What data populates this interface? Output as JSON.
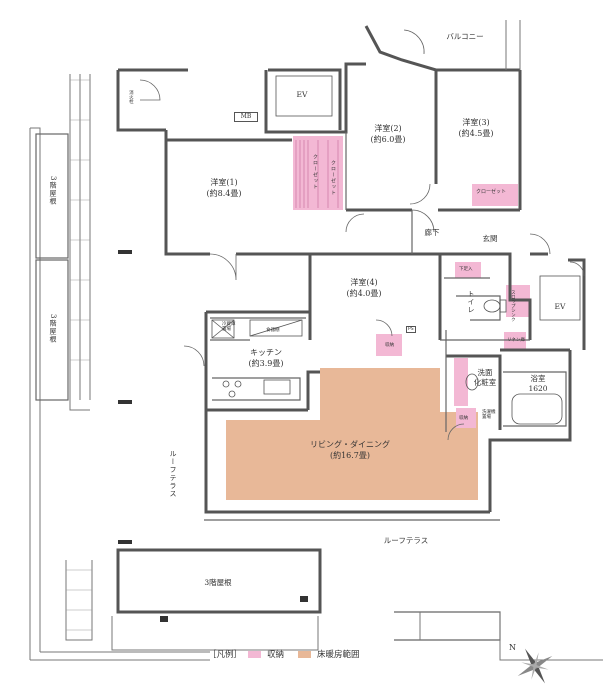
{
  "rooms": {
    "bed1": {
      "name": "洋室(1)",
      "size": "(約8.4畳)"
    },
    "bed2": {
      "name": "洋室(2)",
      "size": "(約6.0畳)"
    },
    "bed3": {
      "name": "洋室(3)",
      "size": "(約4.5畳)"
    },
    "bed4": {
      "name": "洋室(4)",
      "size": "(約4.0畳)"
    },
    "kitchen": {
      "name": "キッチン",
      "size": "(約3.9畳)"
    },
    "living": {
      "name": "リビング・ダイニング",
      "size": "(約16.7畳)"
    },
    "bath": {
      "name": "浴室",
      "size": "1620"
    },
    "washroom": {
      "name": "洗面\n化粧室"
    },
    "corridor": "廊下",
    "entrance": "玄関",
    "toilet": "トイレ"
  },
  "labels": {
    "balcony": "バルコニー",
    "roof_terrace_right": "ルーフテラス",
    "roof_terrace_left": "ルーフテラス",
    "roof_3f_a": "3階屋根",
    "roof_3f_b": "3階屋根",
    "roof_3f_bottom": "3階屋根",
    "ev_top": "EV",
    "ev_right": "EV",
    "mb": "MB",
    "closet_a": "クローゼット",
    "closet_b": "クローゼット",
    "closet_c": "クローゼット",
    "storage_1": "収納",
    "storage_2": "収納",
    "shoe_storage": "下足入",
    "ps": "PS",
    "fridge": "冷蔵庫\n置場",
    "pantry": "食器棚",
    "laundry": "洗濯機\n置場",
    "linen": "リネン庫",
    "fire_hydrant": "消火栓",
    "unlabeled_tiny": "スロップシンク"
  },
  "legend": {
    "title": "［凡例］",
    "storage": "収納",
    "floor_heating": "床暖房範囲",
    "storage_color": "#f3b8d4",
    "floor_heating_color": "#e8b898"
  },
  "compass": {
    "north_label": "N"
  }
}
